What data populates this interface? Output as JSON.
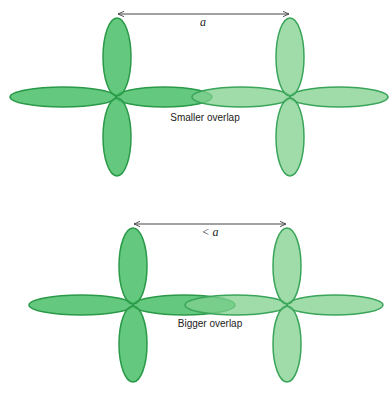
{
  "diagram": {
    "labels": [
      "a",
      "Smaller overlap",
      "< a",
      "Bigger overlap"
    ]
  }
}
